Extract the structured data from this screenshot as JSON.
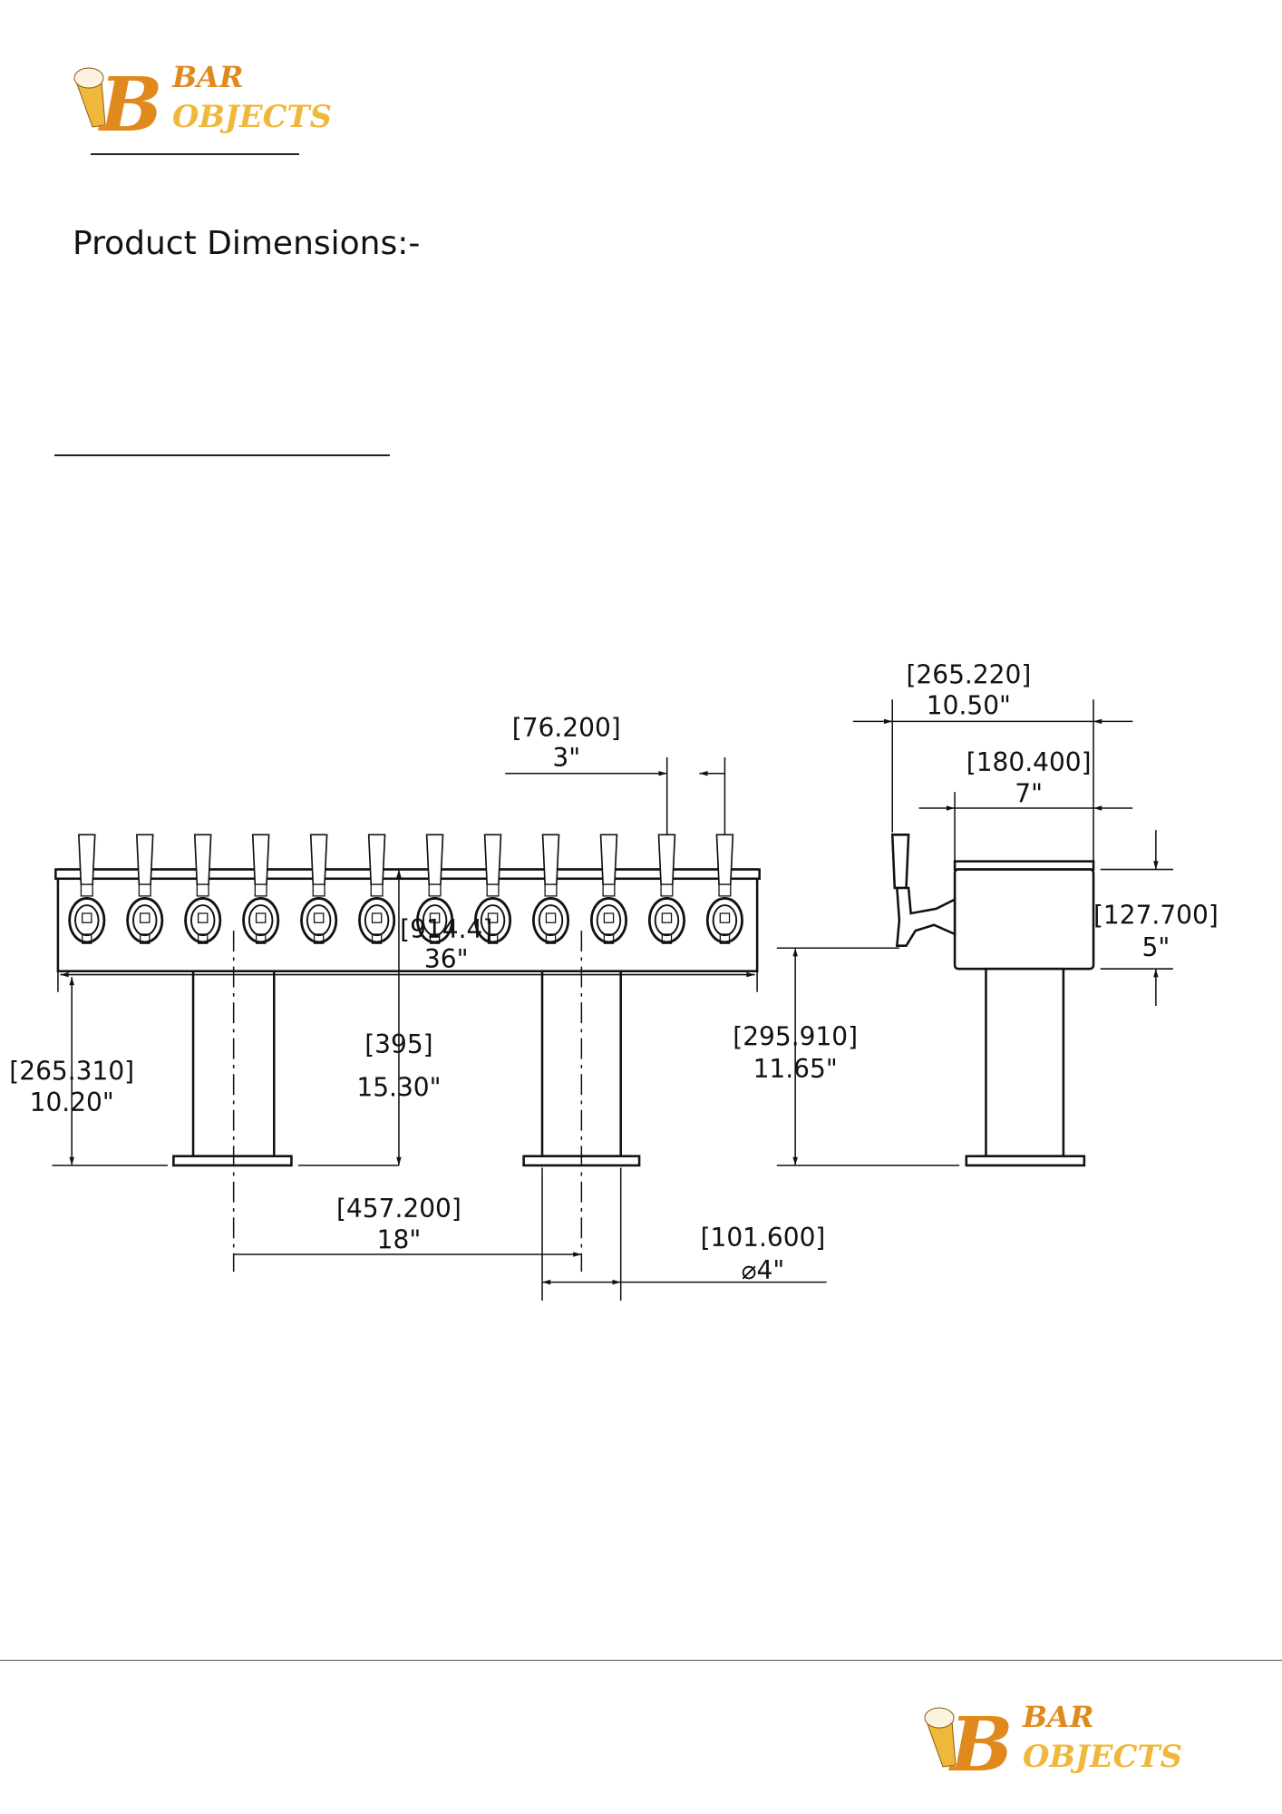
{
  "header": {
    "logo": {
      "word1": "BAR",
      "word2": "OBJECTS",
      "initial": "B"
    },
    "title": "Product Dimensions:-"
  },
  "footer": {
    "logo": {
      "word1": "BAR",
      "word2": "OBJECTS",
      "initial": "B"
    }
  },
  "colors": {
    "logo_orange": "#e08a1e",
    "logo_gold": "#f0b83a"
  },
  "drawing": {
    "tap_count": 12,
    "dims": {
      "tap_spacing": {
        "mm": "[76.200]",
        "in": "3\""
      },
      "length": {
        "mm": "[914.4]",
        "in": "36\""
      },
      "tower_height_side": {
        "mm": "[265.310]",
        "in": "10.20\""
      },
      "total_height": {
        "mm": "[395]",
        "in": "15.30\""
      },
      "column_spacing": {
        "mm": "[457.200]",
        "in": "18\""
      },
      "column_diameter": {
        "mm": "[101.600]",
        "in": "⌀4\""
      },
      "spout_height": {
        "mm": "[295.910]",
        "in": "11.65\""
      },
      "depth_total": {
        "mm": "[265.220]",
        "in": "10.50\""
      },
      "depth_box": {
        "mm": "[180.400]",
        "in": "7\""
      },
      "box_height": {
        "mm": "[127.700]",
        "in": "5\""
      }
    }
  }
}
